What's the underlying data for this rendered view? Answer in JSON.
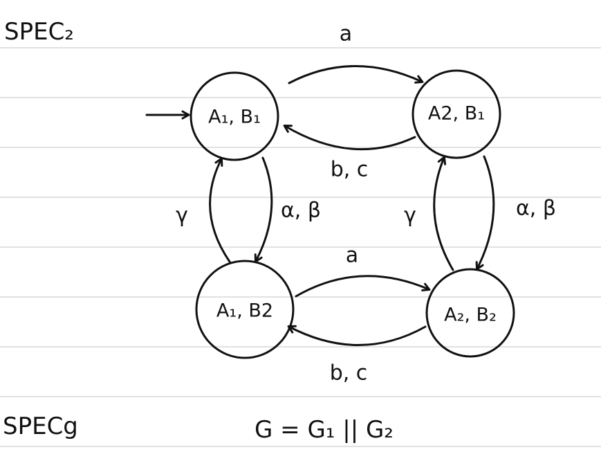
{
  "page": {
    "top_left_title": "SPEC₂",
    "bottom_left_title": "SPECg",
    "formula": "G = G₁ || G₂"
  },
  "nodes": [
    {
      "id": "A1B1",
      "label": "A₁, B₁"
    },
    {
      "id": "A2B1",
      "label": "A2, B₁"
    },
    {
      "id": "A1B2",
      "label": "A₁, B2"
    },
    {
      "id": "A2B2",
      "label": "A₂, B₂"
    }
  ],
  "edges": {
    "top_forward": "a",
    "top_back": "b, c",
    "bottom_forward": "a",
    "bottom_back": "b, c",
    "left_down": "α, β",
    "left_up": "γ",
    "right_down": "α, β",
    "right_up": "γ"
  },
  "colors": {
    "ink": "#111111",
    "rule_lines": "#cfcfcf",
    "paper": "#ffffff"
  }
}
